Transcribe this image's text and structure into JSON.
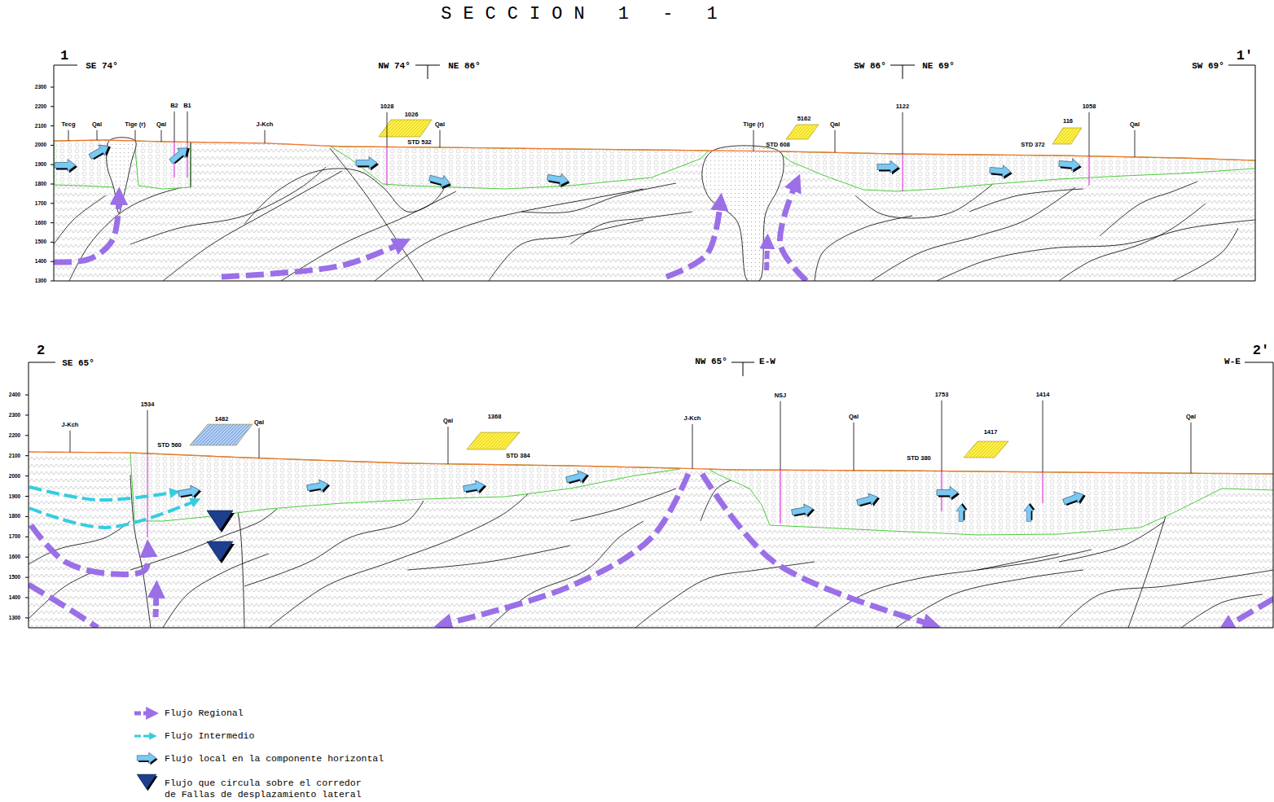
{
  "diagram": {
    "title": "SECCION 1 - 1",
    "labels": [
      "1",
      "SE 74°",
      "NW 74°",
      "NE 86°",
      "SW 86°",
      "NE 69°",
      "SW 69°",
      "1'",
      "2300",
      "2200",
      "2100",
      "2000",
      "1900",
      "1800",
      "1700",
      "1600",
      "1500",
      "1400",
      "1300",
      "Tecg",
      "Qal",
      "Tige (r)",
      "Qal",
      "B2",
      "B1",
      "J-Kch",
      "1028",
      "1026",
      "STD 532",
      "Qal",
      "Tige (r)",
      "5162",
      "STD 608",
      "Qal",
      "1122",
      "116",
      "STD 372",
      "1058",
      "Qal",
      "2",
      "SE 65°",
      "NW 65°",
      "E-W",
      "W-E",
      "2'",
      "2400",
      "2300",
      "2200",
      "2100",
      "2000",
      "1900",
      "1800",
      "1700",
      "1600",
      "1500",
      "1400",
      "1300",
      "J-Kch",
      "1534",
      "STD 560",
      "1482",
      "Qal",
      "Qal",
      "1368",
      "STD 384",
      "J-Kch",
      "NSJ",
      "Qal",
      "1753",
      "1417",
      "STD 380",
      "1414",
      "Qal"
    ],
    "legend": [
      {
        "text": "Flujo Regional"
      },
      {
        "text": "Flujo Intermedio"
      },
      {
        "text": "Flujo local en la componente horizontal"
      },
      {
        "text": "Flujo que circula sobre el corredor de Fallas de desplazamiento lateral"
      }
    ]
  }
}
